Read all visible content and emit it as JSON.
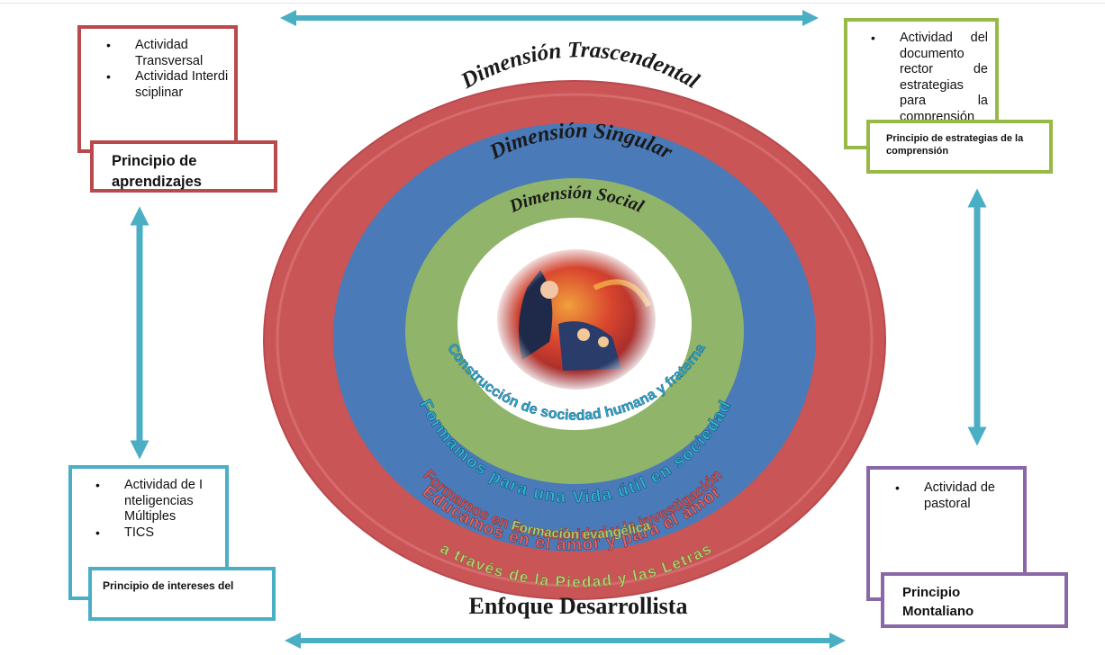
{
  "colors": {
    "outer_ring": "#c95557",
    "middle_ring": "#4a7ab8",
    "inner_ring": "#8fb46a",
    "arrow": "#4aaec4",
    "box_red": "#b84a4e",
    "box_green": "#98b948",
    "box_blue": "#4aaec4",
    "box_purple": "#8a68a7"
  },
  "rings": {
    "outer_title": "Dimensión Trascendental",
    "middle_title": "Dimensión Singular",
    "inner_title": "Dimensión Social",
    "inner_text_1": "Construcción de sociedad humana y fraterna",
    "inner_text_2": "Formamos para una Vida útil en sociedad",
    "middle_text_1": "Formamos en la creatividad y la investigación",
    "middle_text_2": "Educamos en el amor y para el amor",
    "outer_text_1": "Formación evangélica",
    "outer_text_2": "a través de la Piedad y las Letras"
  },
  "footer_title": "Enfoque Desarrollista",
  "boxes": {
    "top_left": {
      "items": [
        "Actividad Transversal",
        "Actividad Interdisciplinar"
      ],
      "label": "Principio de aprendizajes"
    },
    "top_right": {
      "items": [
        "Actividad del documento rector de estrategias para la comprensión"
      ],
      "label": "Principio de estrategias de la comprensión"
    },
    "bottom_left": {
      "items": [
        "Actividad de Inteligencias Múltiples",
        "TICS"
      ],
      "label": "Principio de intereses del"
    },
    "bottom_right": {
      "items": [
        "Actividad de pastoral"
      ],
      "label": "Principio Montaliano"
    }
  },
  "center_image": "painting-icon"
}
